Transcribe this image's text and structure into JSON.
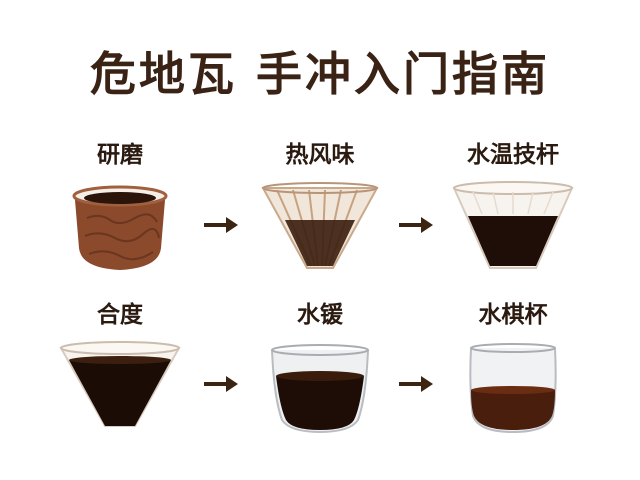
{
  "title": "危地瓦 手冲入门指南",
  "steps": [
    {
      "label": "研磨",
      "icon": "clay-cup-icon"
    },
    {
      "label": "热风味",
      "icon": "paper-filter-dripper-icon"
    },
    {
      "label": "水温技杆",
      "icon": "white-filter-cone-icon"
    },
    {
      "label": "合度",
      "icon": "white-filter-cone-icon"
    },
    {
      "label": "水锾",
      "icon": "glass-tumbler-icon"
    },
    {
      "label": "水棋杯",
      "icon": "glass-tumbler-icon"
    }
  ],
  "colors": {
    "title": "#3a2314",
    "arrow": "#3b2412",
    "coffee": "#2b140a",
    "clay": "#8a4a2b"
  }
}
